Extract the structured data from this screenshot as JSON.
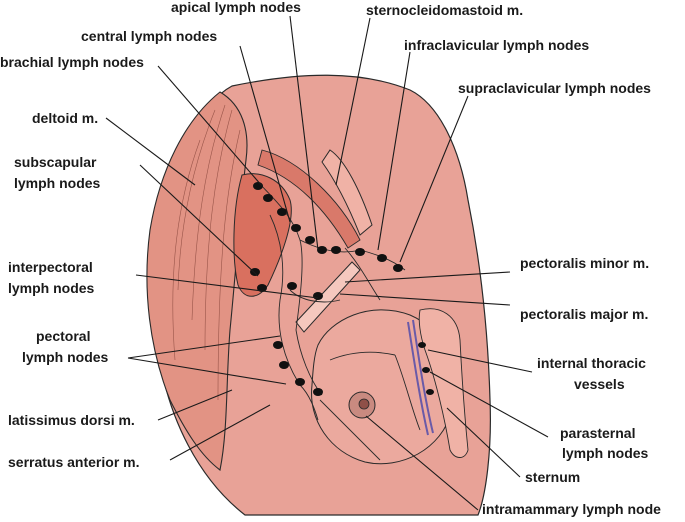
{
  "labels": {
    "apical": "apical lymph nodes",
    "sternocleidomastoid": "sternocleidomastoid m.",
    "central": "central lymph nodes",
    "brachial": "brachial lymph nodes",
    "infraclavicular": "infraclavicular lymph nodes",
    "supraclavicular": "supraclavicular lymph nodes",
    "deltoid": "deltoid m.",
    "subscapular_1": "subscapular",
    "subscapular_2": "lymph nodes",
    "interpectoral_1": "interpectoral",
    "interpectoral_2": "lymph nodes",
    "pectoralis_minor": "pectoralis minor m.",
    "pectoralis_major": "pectoralis major m.",
    "pectoral_1": "pectoral",
    "pectoral_2": "lymph nodes",
    "internal_thoracic_1": "internal thoracic",
    "internal_thoracic_2": "vessels",
    "latissimus": "latissimus dorsi m.",
    "serratus": "serratus anterior m.",
    "parasternal_1": "parasternal",
    "parasternal_2": "lymph nodes",
    "sternum": "sternum",
    "intramammary": "intramammary lymph node"
  },
  "colors": {
    "skin": "#e8a297",
    "skin_light": "#f0b2a6",
    "muscle": "#d9796a",
    "muscle_dark": "#c95a4a",
    "node": "#111111",
    "vessel": "#6a5aa8",
    "outline": "#2a2a2a"
  }
}
